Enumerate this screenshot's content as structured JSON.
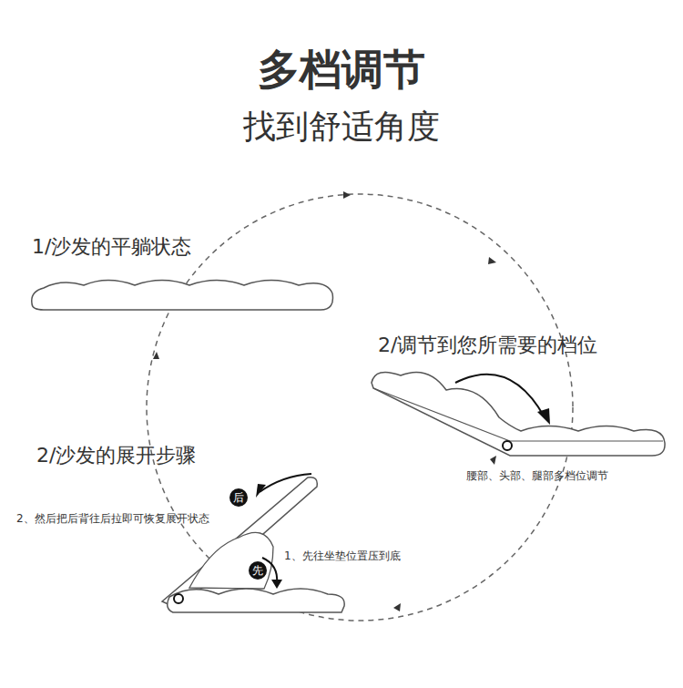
{
  "diagram": {
    "title": "多档调节",
    "nodes": [
      {
        "text": [
          "后"
        ]
      },
      {
        "text": [
          "先"
        ]
      }
    ],
    "labels": [
      "找到舒适角度",
      "1/沙发的平躺状态",
      "2/调节到您所需要的档位",
      "腰部、头部、腿部多档位调节",
      "2/沙发的展开步骤",
      "2、然后把后背往后拉即可恢复展开状态",
      "1、先往坐垫位置压到底"
    ]
  }
}
